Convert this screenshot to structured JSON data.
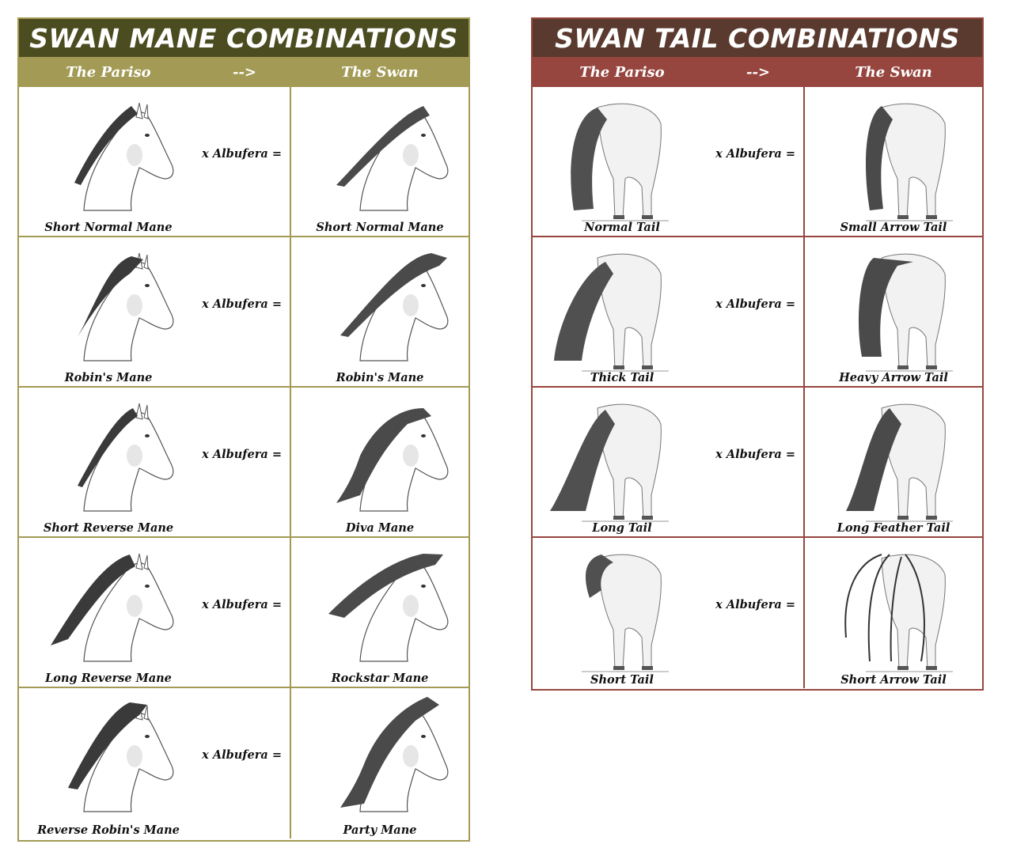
{
  "mane": {
    "title": "SWAN MANE COMBINATIONS",
    "col_left": "The Pariso",
    "col_arrow": "-->",
    "col_right": "The Swan",
    "cross_label": "x Albufera =",
    "colors": {
      "dark": "#4c4c21",
      "band": "#a39a55",
      "border": "#a39a55"
    },
    "rows": [
      {
        "left": "Short Normal Mane",
        "right": "Short Normal Mane"
      },
      {
        "left": "Robin's Mane",
        "right": "Robin's Mane"
      },
      {
        "left": "Short Reverse Mane",
        "right": "Diva Mane"
      },
      {
        "left": "Long Reverse Mane",
        "right": "Rockstar Mane"
      },
      {
        "left": "Reverse Robin's Mane",
        "right": "Party Mane"
      }
    ]
  },
  "tail": {
    "title": "SWAN TAIL COMBINATIONS",
    "col_left": "The Pariso",
    "col_arrow": "-->",
    "col_right": "The Swan",
    "cross_label": "x Albufera =",
    "colors": {
      "dark": "#5a3a2e",
      "band": "#96463f",
      "border": "#96463f"
    },
    "rows": [
      {
        "left": "Normal Tail",
        "right": "Small Arrow Tail"
      },
      {
        "left": "Thick Tail",
        "right": "Heavy Arrow Tail"
      },
      {
        "left": "Long Tail",
        "right": "Long Feather Tail"
      },
      {
        "left": "Short Tail",
        "right": "Short Arrow Tail"
      }
    ]
  }
}
